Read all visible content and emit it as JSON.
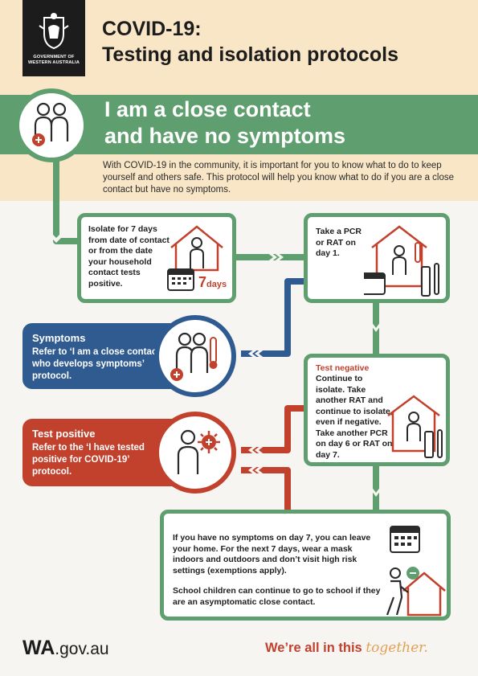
{
  "header": {
    "crest_text_line1": "GOVERNMENT OF",
    "crest_text_line2": "WESTERN AUSTRALIA",
    "title_line1": "COVID-19:",
    "title_line2": "Testing and isolation protocols"
  },
  "banner": {
    "heading_line1": "I am a close contact",
    "heading_line2": "and have no symptoms",
    "intro": "With COVID-19 in the community, it is important for you to know what to do to keep yourself and others safe. This protocol will help you know what to do if you are a close contact but have no symptoms."
  },
  "steps": {
    "isolate": {
      "text": "Isolate for 7 days from date of contact or from the date your household contact tests positive.",
      "days_number": "7",
      "days_unit": "days"
    },
    "test": {
      "text": "Take a PCR or RAT on day 1."
    },
    "symptoms": {
      "title": "Symptoms",
      "text": "Refer to ‘I am a close contact who develops symptoms’ protocol."
    },
    "test_negative": {
      "title": "Test negative",
      "text": "Continue to isolate. Take another RAT and continue to isolate, even if negative. Take another PCR on day 6 or RAT on day 7."
    },
    "test_positive": {
      "title": "Test positive",
      "text": "Refer to the ‘I have tested positive for COVID-19’ protocol."
    },
    "final": {
      "para1": "If you have no symptoms on day 7, you can leave your home. For the next 7 days, wear a mask indoors and outdoors and don’t visit high risk settings (exemptions apply).",
      "para2": "School children can continue to go to school if they are an asymptomatic close contact."
    }
  },
  "footer": {
    "logo_bold": "WA",
    "logo_rest": ".gov.au",
    "slogan": "We’re all in this",
    "slogan_script": "together."
  },
  "colors": {
    "green": "#5f9f6f",
    "blue": "#2f5b91",
    "red": "#c2412d",
    "cream": "#f8e6c6",
    "dark": "#1c1c1c"
  }
}
